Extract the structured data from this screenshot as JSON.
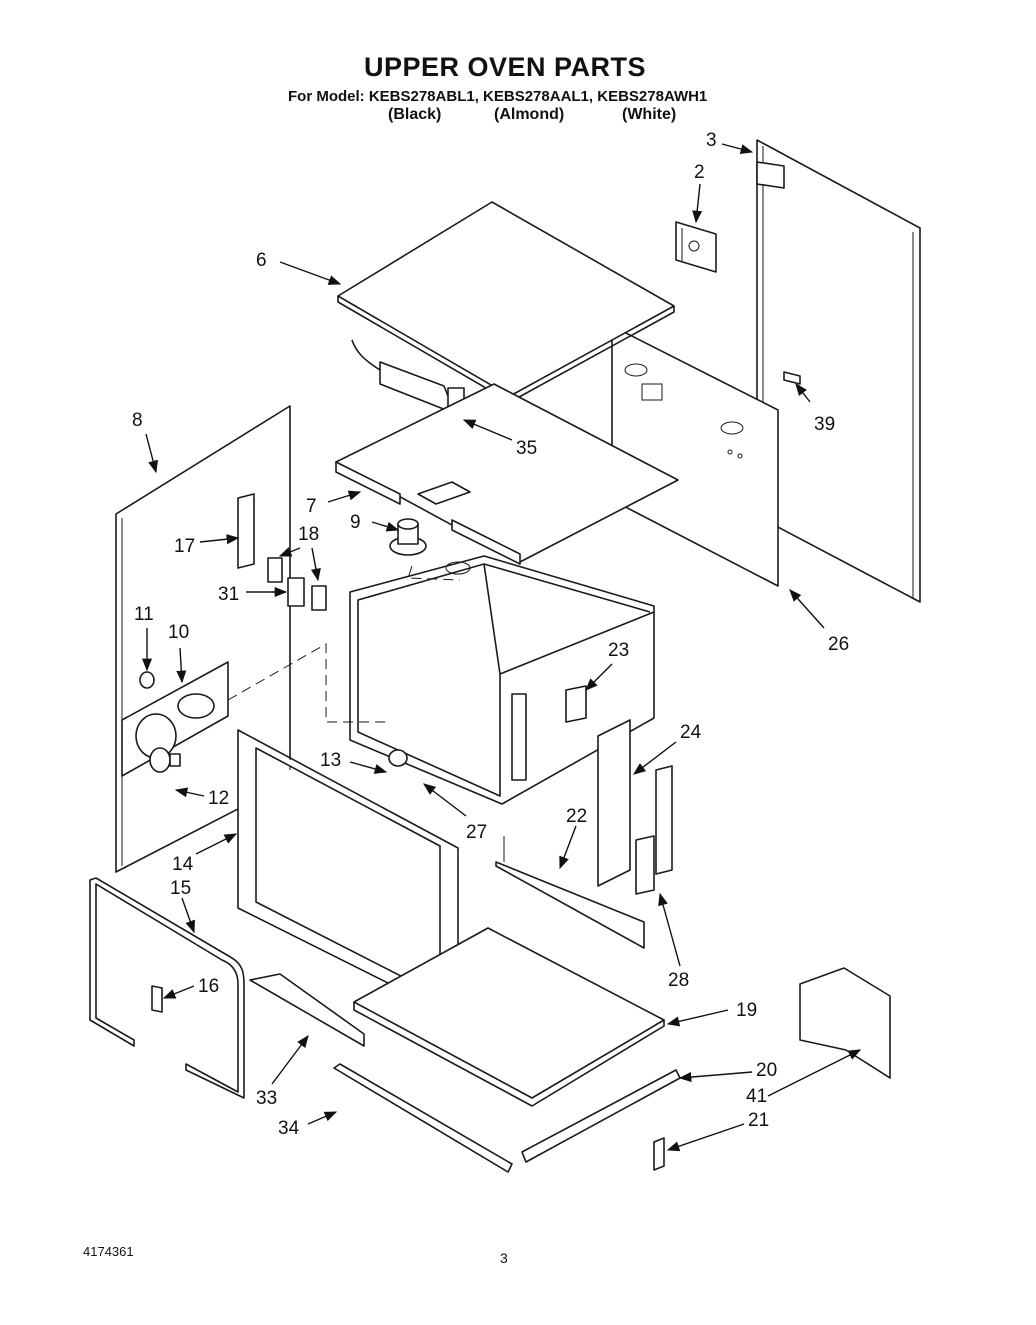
{
  "header": {
    "title": "UPPER OVEN PARTS",
    "models_line": "For Model: KEBS278ABL1, KEBS278AAL1, KEBS278AWH1",
    "colors": [
      "(Black)",
      "(Almond)",
      "(White)"
    ]
  },
  "footer": {
    "doc_number": "4174361",
    "page_number": "3"
  },
  "callouts": [
    {
      "id": "c3",
      "label": "3"
    },
    {
      "id": "c2",
      "label": "2"
    },
    {
      "id": "c6",
      "label": "6"
    },
    {
      "id": "c35",
      "label": "35"
    },
    {
      "id": "c39",
      "label": "39"
    },
    {
      "id": "c8",
      "label": "8"
    },
    {
      "id": "c7",
      "label": "7"
    },
    {
      "id": "c18",
      "label": "18"
    },
    {
      "id": "c9",
      "label": "9"
    },
    {
      "id": "c17",
      "label": "17"
    },
    {
      "id": "c31",
      "label": "31"
    },
    {
      "id": "c26",
      "label": "26"
    },
    {
      "id": "c11",
      "label": "11"
    },
    {
      "id": "c10",
      "label": "10"
    },
    {
      "id": "c23",
      "label": "23"
    },
    {
      "id": "c24",
      "label": "24"
    },
    {
      "id": "c13",
      "label": "13"
    },
    {
      "id": "c12",
      "label": "12"
    },
    {
      "id": "c27",
      "label": "27"
    },
    {
      "id": "c22",
      "label": "22"
    },
    {
      "id": "c14",
      "label": "14"
    },
    {
      "id": "c15",
      "label": "15"
    },
    {
      "id": "c16",
      "label": "16"
    },
    {
      "id": "c28",
      "label": "28"
    },
    {
      "id": "c19",
      "label": "19"
    },
    {
      "id": "c20",
      "label": "20"
    },
    {
      "id": "c33",
      "label": "33"
    },
    {
      "id": "c41",
      "label": "41"
    },
    {
      "id": "c34",
      "label": "34"
    },
    {
      "id": "c21",
      "label": "21"
    }
  ]
}
